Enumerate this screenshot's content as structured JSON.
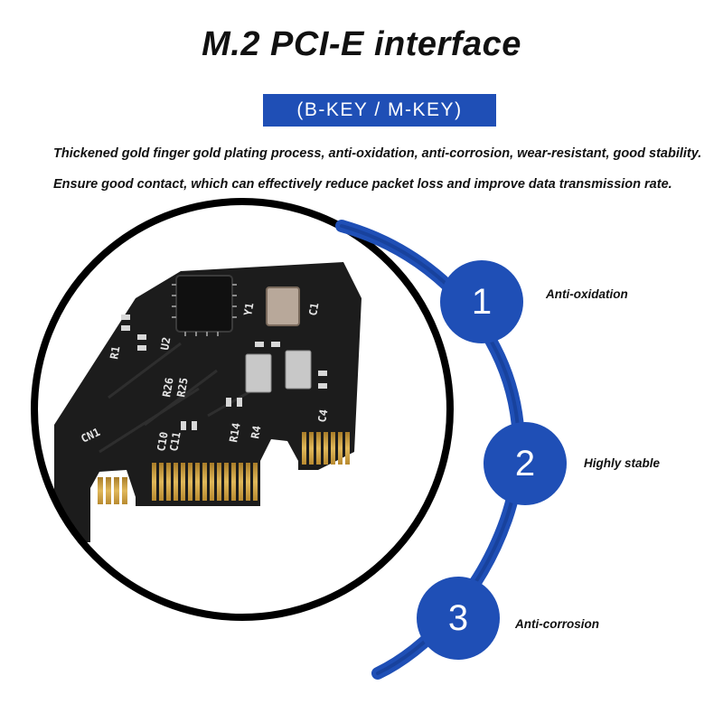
{
  "title": "M.2 PCI-E interface",
  "badge": "(B-KEY / M-KEY)",
  "descriptions": [
    "Thickened gold finger gold plating process, anti-oxidation, anti-corrosion, wear-resistant, good stability.",
    "Ensure good contact, which can effectively reduce packet loss and improve data transmission rate."
  ],
  "features": [
    {
      "number": "1",
      "label": "Anti-oxidation"
    },
    {
      "number": "2",
      "label": "Highly stable"
    },
    {
      "number": "3",
      "label": "Anti-corrosion"
    }
  ],
  "board_labels": [
    "R26",
    "R25",
    "C10",
    "C11",
    "R14",
    "R4",
    "C4",
    "R1",
    "U2",
    "CN1",
    "Y1",
    "C1"
  ],
  "colors": {
    "accent": "#1f4fb6",
    "accent_dark": "#143a8c",
    "pcb": "#1c1c1c",
    "gold": "#c89a3c",
    "circle_border": "#000000"
  }
}
